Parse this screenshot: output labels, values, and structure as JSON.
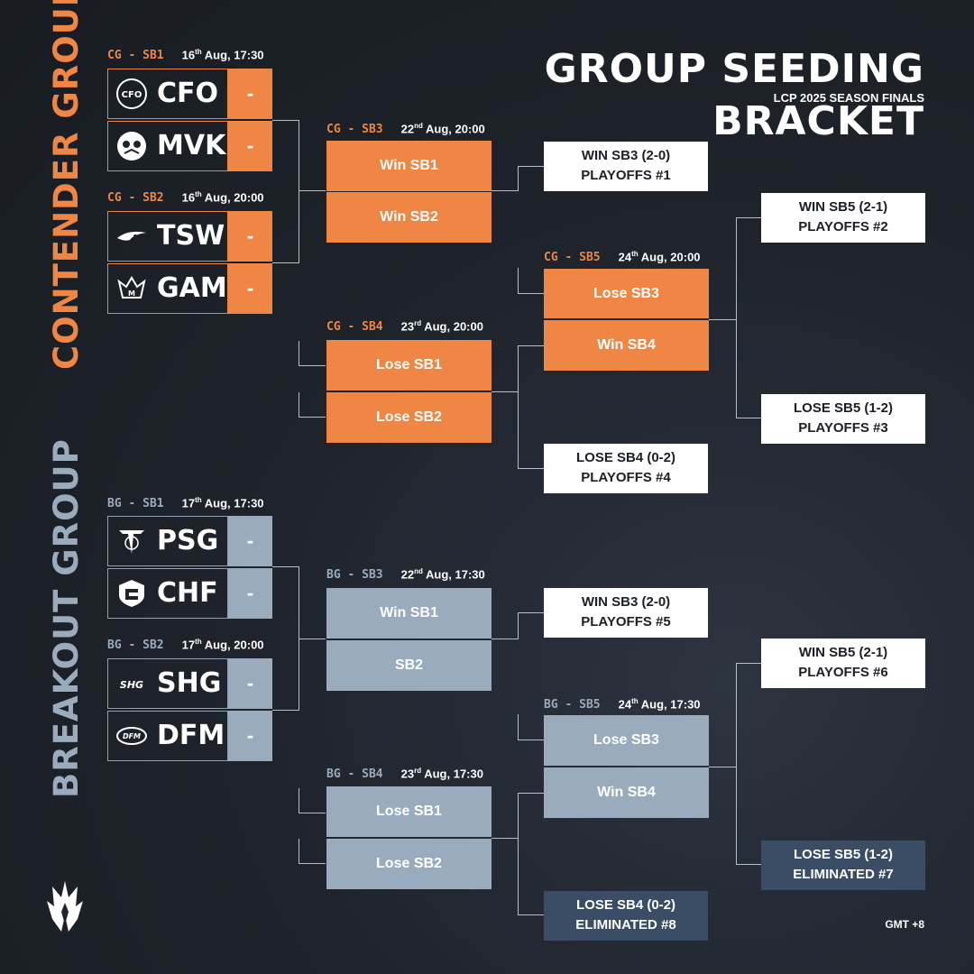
{
  "header": {
    "title": "GROUP SEEDING BRACKET",
    "subtitle": "LCP 2025 SEASON FINALS"
  },
  "footer": {
    "timezone": "GMT +8"
  },
  "colors": {
    "contender": "#ef8644",
    "breakout": "#9aabbd",
    "result": "#ffffff",
    "eliminated": "#3b4d65"
  },
  "contender": {
    "label": "CONTENDER GROUP",
    "sb1": {
      "code": "CG - SB1",
      "date": "16",
      "sup": "th",
      "rest": " Aug, 17:30"
    },
    "sb2": {
      "code": "CG - SB2",
      "date": "16",
      "sup": "th",
      "rest": " Aug, 20:00"
    },
    "sb3": {
      "code": "CG - SB3",
      "date": "22",
      "sup": "nd",
      "rest": " Aug, 20:00"
    },
    "sb4": {
      "code": "CG - SB4",
      "date": "23",
      "sup": "rd",
      "rest": " Aug, 20:00"
    },
    "sb5": {
      "code": "CG - SB5",
      "date": "24",
      "sup": "th",
      "rest": " Aug, 20:00"
    },
    "teams": [
      {
        "abbr": "CFO",
        "score": "-",
        "icon": "cfo-logo-icon"
      },
      {
        "abbr": "MVKE",
        "score": "-",
        "icon": "mvke-logo-icon"
      },
      {
        "abbr": "TSW",
        "score": "-",
        "icon": "tsw-logo-icon"
      },
      {
        "abbr": "GAM",
        "score": "-",
        "icon": "gam-logo-icon"
      }
    ],
    "slots": {
      "sb3_a": "Win SB1",
      "sb3_b": "Win SB2",
      "sb4_a": "Lose SB1",
      "sb4_b": "Lose SB2",
      "sb5_a": "Lose SB3",
      "sb5_b": "Win SB4"
    },
    "results": [
      {
        "line1": "WIN SB3 (2-0)",
        "line2": "PLAYOFFS #1"
      },
      {
        "line1": "WIN SB5 (2-1)",
        "line2": "PLAYOFFS #2"
      },
      {
        "line1": "LOSE SB5 (1-2)",
        "line2": "PLAYOFFS #3"
      },
      {
        "line1": "LOSE SB4 (0-2)",
        "line2": "PLAYOFFS #4"
      }
    ]
  },
  "breakout": {
    "label": "BREAKOUT GROUP",
    "sb1": {
      "code": "BG - SB1",
      "date": "17",
      "sup": "th",
      "rest": " Aug, 17:30"
    },
    "sb2": {
      "code": "BG - SB2",
      "date": "17",
      "sup": "th",
      "rest": " Aug, 20:00"
    },
    "sb3": {
      "code": "BG - SB3",
      "date": "22",
      "sup": "nd",
      "rest": " Aug, 17:30"
    },
    "sb4": {
      "code": "BG - SB4",
      "date": "23",
      "sup": "rd",
      "rest": " Aug, 17:30"
    },
    "sb5": {
      "code": "BG - SB5",
      "date": "24",
      "sup": "th",
      "rest": " Aug, 17:30"
    },
    "teams": [
      {
        "abbr": "PSG",
        "score": "-",
        "icon": "psg-logo-icon"
      },
      {
        "abbr": "CHF",
        "score": "-",
        "icon": "chf-logo-icon"
      },
      {
        "abbr": "SHG",
        "score": "-",
        "icon": "shg-logo-icon"
      },
      {
        "abbr": "DFM",
        "score": "-",
        "icon": "dfm-logo-icon"
      }
    ],
    "slots": {
      "sb3_a": "Win SB1",
      "sb3_b": "SB2",
      "sb4_a": "Lose SB1",
      "sb4_b": "Lose SB2",
      "sb5_a": "Lose SB3",
      "sb5_b": "Win SB4"
    },
    "results": [
      {
        "line1": "WIN SB3 (2-0)",
        "line2": "PLAYOFFS #5"
      },
      {
        "line1": "WIN SB5 (2-1)",
        "line2": "PLAYOFFS #6"
      },
      {
        "line1": "LOSE SB5 (1-2)",
        "line2": "ELIMINATED #7"
      },
      {
        "line1": "LOSE SB4 (0-2)",
        "line2": "ELIMINATED #8"
      }
    ]
  }
}
